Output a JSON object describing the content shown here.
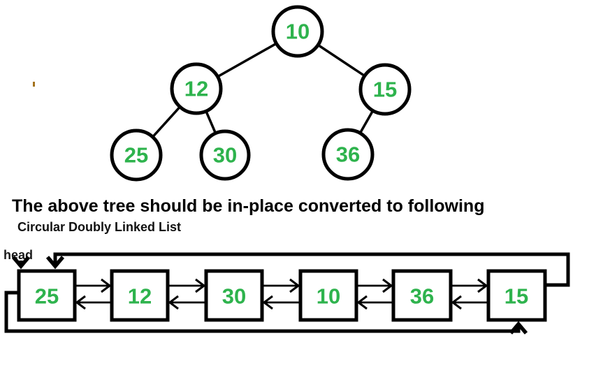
{
  "colors": {
    "number_green": "#2eb34d",
    "diagram_black": "#000000"
  },
  "tree": {
    "nodes": [
      {
        "label": "10"
      },
      {
        "label": "12"
      },
      {
        "label": "15"
      },
      {
        "label": "25"
      },
      {
        "label": "30"
      },
      {
        "label": "36"
      }
    ],
    "edges": [
      [
        "10",
        "12"
      ],
      [
        "10",
        "15"
      ],
      [
        "12",
        "25"
      ],
      [
        "12",
        "30"
      ],
      [
        "15",
        "36"
      ]
    ]
  },
  "caption": {
    "line1": "The above tree should be in-place converted to following",
    "line2": "Circular Doubly Linked List"
  },
  "list": {
    "head_label": "head",
    "nodes": [
      {
        "label": "25"
      },
      {
        "label": "12"
      },
      {
        "label": "30"
      },
      {
        "label": "10"
      },
      {
        "label": "36"
      },
      {
        "label": "15"
      }
    ]
  }
}
